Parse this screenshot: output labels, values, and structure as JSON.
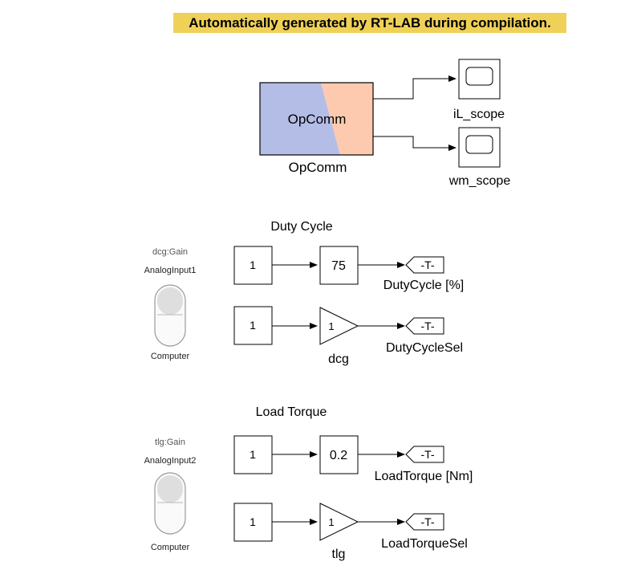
{
  "banner": "Automatically generated by RT-LAB during compilation.",
  "colors": {
    "banner_bg": "#f0d158",
    "opcomm_left": "#b4bde6",
    "opcomm_right": "#fdcab0",
    "line": "#000000"
  },
  "opcomm": {
    "inner_label": "OpComm",
    "name": "OpComm"
  },
  "scopes": [
    {
      "name": "iL_scope",
      "icon": "scope-icon"
    },
    {
      "name": "wm_scope",
      "icon": "scope-icon"
    }
  ],
  "sections": [
    {
      "title": "Duty Cycle",
      "slider": {
        "param": "dcg:Gain",
        "name": "AnalogInput1",
        "footer": "Computer"
      },
      "row1": {
        "const": "1",
        "gain": "75",
        "goto": "-T-",
        "goto_name": "DutyCycle [%]"
      },
      "row2": {
        "const": "1",
        "tri": "1",
        "tri_name": "dcg",
        "goto": "-T-",
        "goto_name": "DutyCycleSel"
      }
    },
    {
      "title": "Load Torque",
      "slider": {
        "param": "tlg:Gain",
        "name": "AnalogInput2",
        "footer": "Computer"
      },
      "row1": {
        "const": "1",
        "gain": "0.2",
        "goto": "-T-",
        "goto_name": "LoadTorque [Nm]"
      },
      "row2": {
        "const": "1",
        "tri": "1",
        "tri_name": "tlg",
        "goto": "-T-",
        "goto_name": "LoadTorqueSel"
      }
    }
  ]
}
